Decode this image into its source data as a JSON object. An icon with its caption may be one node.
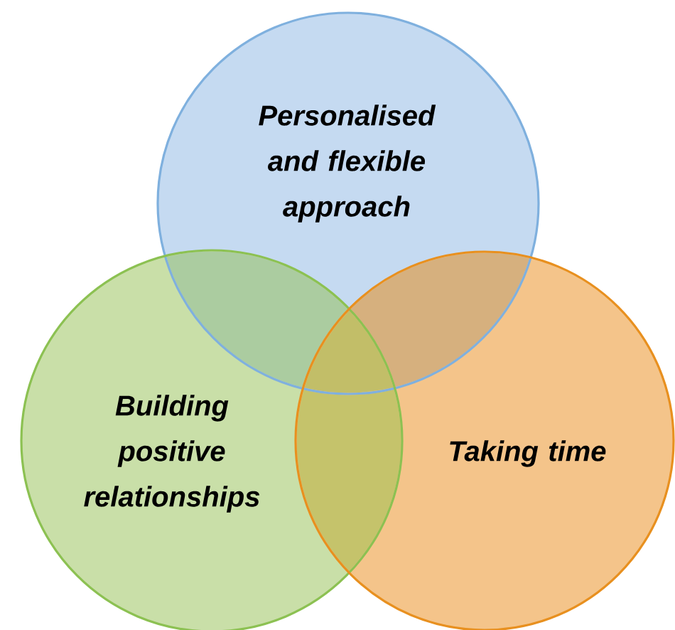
{
  "diagram": {
    "nodes": [
      {
        "text": [
          "Personalised and flexible approach"
        ]
      },
      {
        "text": [
          "Building positive relationships"
        ]
      },
      {
        "text": [
          "Taking time"
        ]
      }
    ]
  }
}
